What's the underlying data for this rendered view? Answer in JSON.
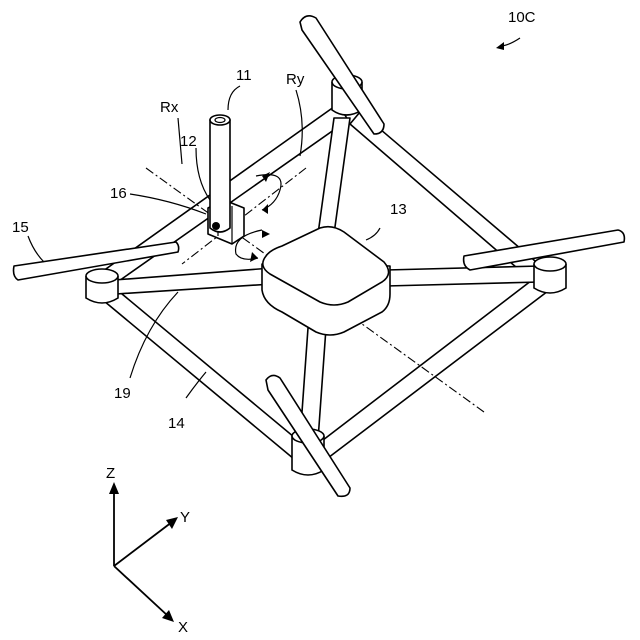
{
  "figure_label": "10C",
  "labels": {
    "sensor": "11",
    "sensor_base": "12",
    "body": "13",
    "frame": "14",
    "propeller": "15",
    "mount": "16",
    "connector": "19",
    "rx": "Rx",
    "ry": "Ry"
  },
  "axes": {
    "x": "X",
    "y": "Y",
    "z": "Z"
  }
}
